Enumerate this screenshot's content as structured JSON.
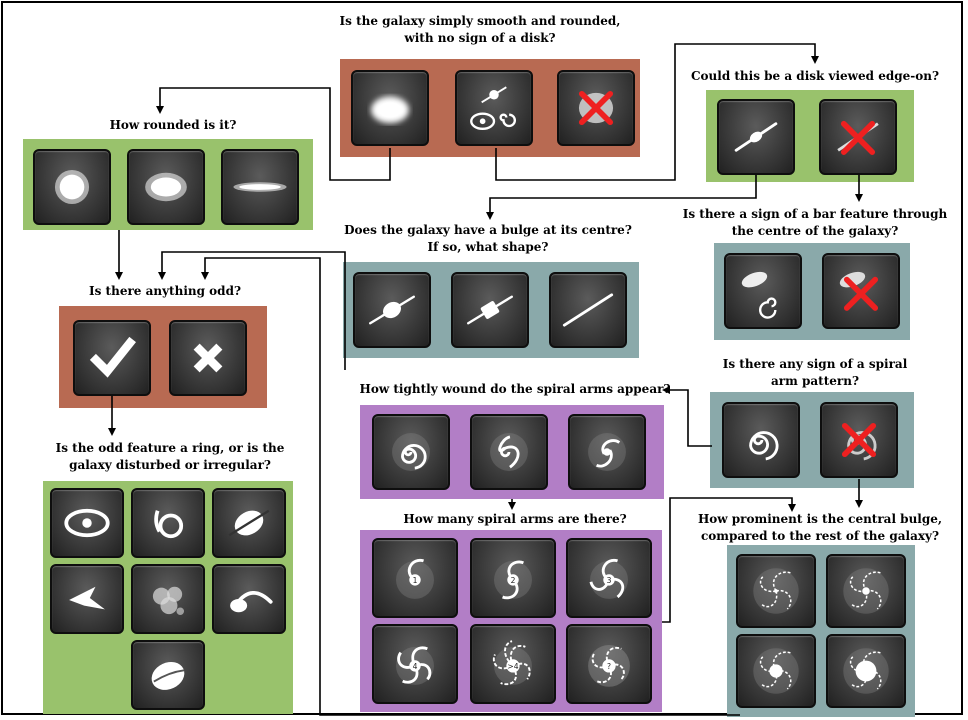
{
  "colors": {
    "brown": "#b86a52",
    "green": "#99c26c",
    "slate": "#8aa9aa",
    "purple": "#b27ec6",
    "tile": "#2d2d2d",
    "mark": "#ee2020"
  },
  "q_smooth": [
    "Is the galaxy simply smooth and rounded,",
    "with no sign of a disk?"
  ],
  "q_rounded": "How rounded is it?",
  "q_edgeon": "Could this be a disk viewed edge-on?",
  "q_bar": [
    "Is there a sign of a bar feature through",
    "the centre of the galaxy?"
  ],
  "q_bulge_shape": [
    "Does the galaxy have a bulge at its centre?",
    "If so, what shape?"
  ],
  "q_odd": "Is there anything odd?",
  "q_spiral": [
    "Is there any sign of a spiral",
    "arm pattern?"
  ],
  "q_wound": "How tightly wound do the spiral arms appear?",
  "q_odd_feature": [
    "Is the odd feature a ring, or is the",
    "galaxy disturbed or irregular?"
  ],
  "q_arms": "How many spiral arms are there?",
  "q_prominence": [
    "How prominent is the central bulge,",
    "compared to the rest of the galaxy?"
  ],
  "arm_counts": [
    "1",
    "2",
    "3",
    "4",
    ">4",
    "?"
  ],
  "icons": {
    "smooth": [
      "smooth-galaxy-icon",
      "features-disk-icon",
      "star-artifact-icon"
    ],
    "rounded": [
      "completely-round-icon",
      "in-between-icon",
      "cigar-shaped-icon"
    ],
    "edgeon": [
      "edge-on-yes-icon",
      "edge-on-no-icon"
    ],
    "bar": [
      "bar-yes-icon",
      "bar-no-icon"
    ],
    "bulge": [
      "rounded-bulge-icon",
      "boxy-bulge-icon",
      "no-bulge-icon"
    ],
    "odd": [
      "checkmark-icon",
      "x-mark-icon"
    ],
    "spiral": [
      "spiral-yes-icon",
      "spiral-no-icon"
    ],
    "wound": [
      "tight-wound-icon",
      "medium-wound-icon",
      "loose-wound-icon"
    ],
    "odd_feature": [
      "ring-icon",
      "lens-arc-icon",
      "dust-lane-icon",
      "irregular-icon",
      "other-icon",
      "merger-icon",
      "disturbed-icon"
    ],
    "arms": [
      "one-arm-icon",
      "two-arms-icon",
      "three-arms-icon",
      "four-arms-icon",
      "more-than-four-arms-icon",
      "cant-tell-arms-icon"
    ],
    "prominence": [
      "no-bulge-prominence-icon",
      "just-noticeable-bulge-icon",
      "obvious-bulge-icon",
      "dominant-bulge-icon"
    ]
  }
}
